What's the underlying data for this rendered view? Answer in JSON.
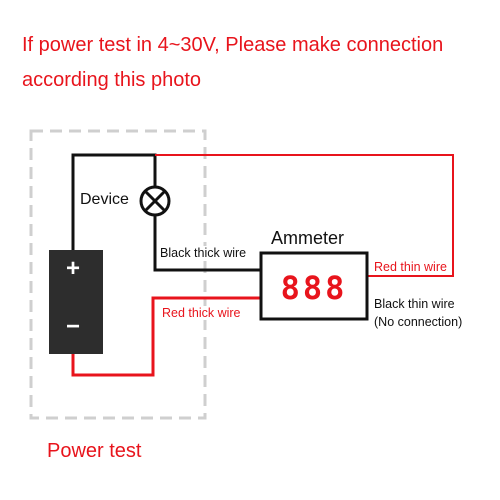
{
  "headline": {
    "line1": "If power test in 4~30V, Please make connection",
    "line2": "according this photo"
  },
  "labels": {
    "device": "Device",
    "ammeter": "Ammeter",
    "black_thick_wire": "Black thick wire",
    "red_thick_wire": "Red thick wire",
    "red_thin_wire": "Red thin wire",
    "black_thin_wire": "Black thin wire",
    "no_connection": "(No connection)"
  },
  "battery": {
    "positive_sign": "+",
    "negative_sign": "−"
  },
  "ammeter_display": "888",
  "footer": "Power test",
  "colors": {
    "red": "#e8141c",
    "black": "#111111",
    "battery_body": "#2d2d2d",
    "dashed_outline": "#cfcfcf"
  }
}
